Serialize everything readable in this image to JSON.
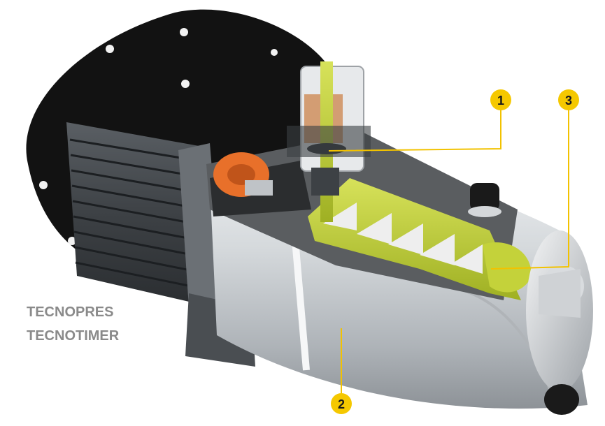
{
  "brand_lines": [
    "TECNOPRES",
    "TECNOTIMER"
  ],
  "callouts": [
    {
      "label": "1",
      "target": "shaft-seal"
    },
    {
      "label": "2",
      "target": "pump-casing"
    },
    {
      "label": "3",
      "target": "impeller-stage"
    }
  ],
  "colors": {
    "callout_fill": "#f5c800",
    "callout_line": "#f2c200",
    "brand_text": "#8a8a8a",
    "motor_body": "#3f4347",
    "pump_casing": "#c9cdd1",
    "internal_parts": "#b8c832",
    "rotor": "#e8702a"
  }
}
